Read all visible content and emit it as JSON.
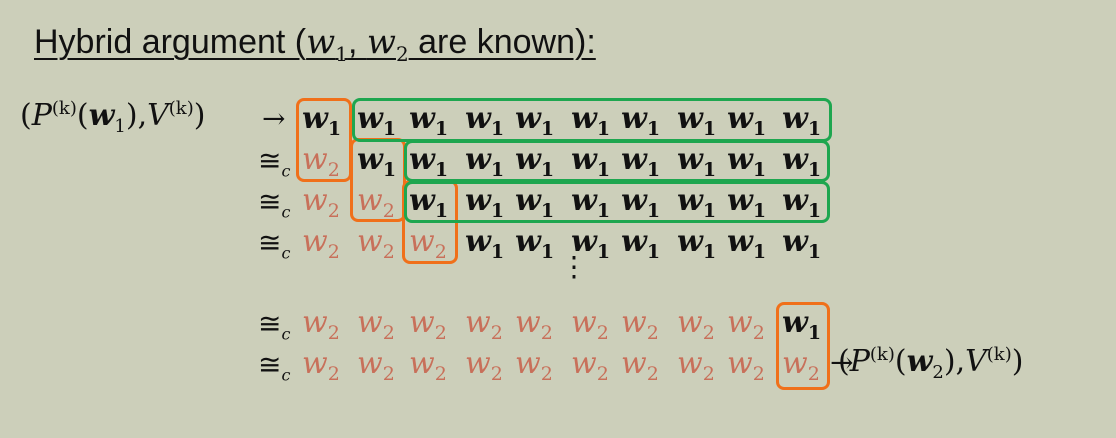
{
  "title": {
    "prefix": "Hybrid argument (",
    "w1": "w",
    "w1_sub": "1",
    "comma": ", ",
    "w2": "w",
    "w2_sub": "2",
    "suffix": " are known):"
  },
  "lhs": {
    "open": "(",
    "P": "P",
    "sup": "(k)",
    "arg_open": "(",
    "w": "w",
    "sub": "1",
    "arg_close": "),",
    "V": "V",
    "vsup": "(k)",
    "close": ")"
  },
  "rhs": {
    "open": "(",
    "P": "P",
    "sup": "(k)",
    "arg_open": "(",
    "w": "w",
    "sub": "2",
    "arg_close": "),",
    "V": "V",
    "vsup": "(k)",
    "close": ")"
  },
  "arrow": "→",
  "cong": {
    "symbol": "≅",
    "sub": "c"
  },
  "token": {
    "letter": "w",
    "one": "1",
    "two": "2"
  },
  "vdots": "⋮",
  "rows": [
    [
      "1",
      "1",
      "1",
      "1",
      "1",
      "1",
      "1",
      "1",
      "1",
      "1"
    ],
    [
      "2",
      "1",
      "1",
      "1",
      "1",
      "1",
      "1",
      "1",
      "1",
      "1"
    ],
    [
      "2",
      "2",
      "1",
      "1",
      "1",
      "1",
      "1",
      "1",
      "1",
      "1"
    ],
    [
      "2",
      "2",
      "2",
      "1",
      "1",
      "1",
      "1",
      "1",
      "1",
      "1"
    ],
    [
      "2",
      "2",
      "2",
      "2",
      "2",
      "2",
      "2",
      "2",
      "2",
      "1"
    ],
    [
      "2",
      "2",
      "2",
      "2",
      "2",
      "2",
      "2",
      "2",
      "2",
      "2"
    ]
  ],
  "colors": {
    "orange": "#f0701a",
    "green": "#1ea64f",
    "w2_color": "#c8705a",
    "background": "#cccfba"
  }
}
